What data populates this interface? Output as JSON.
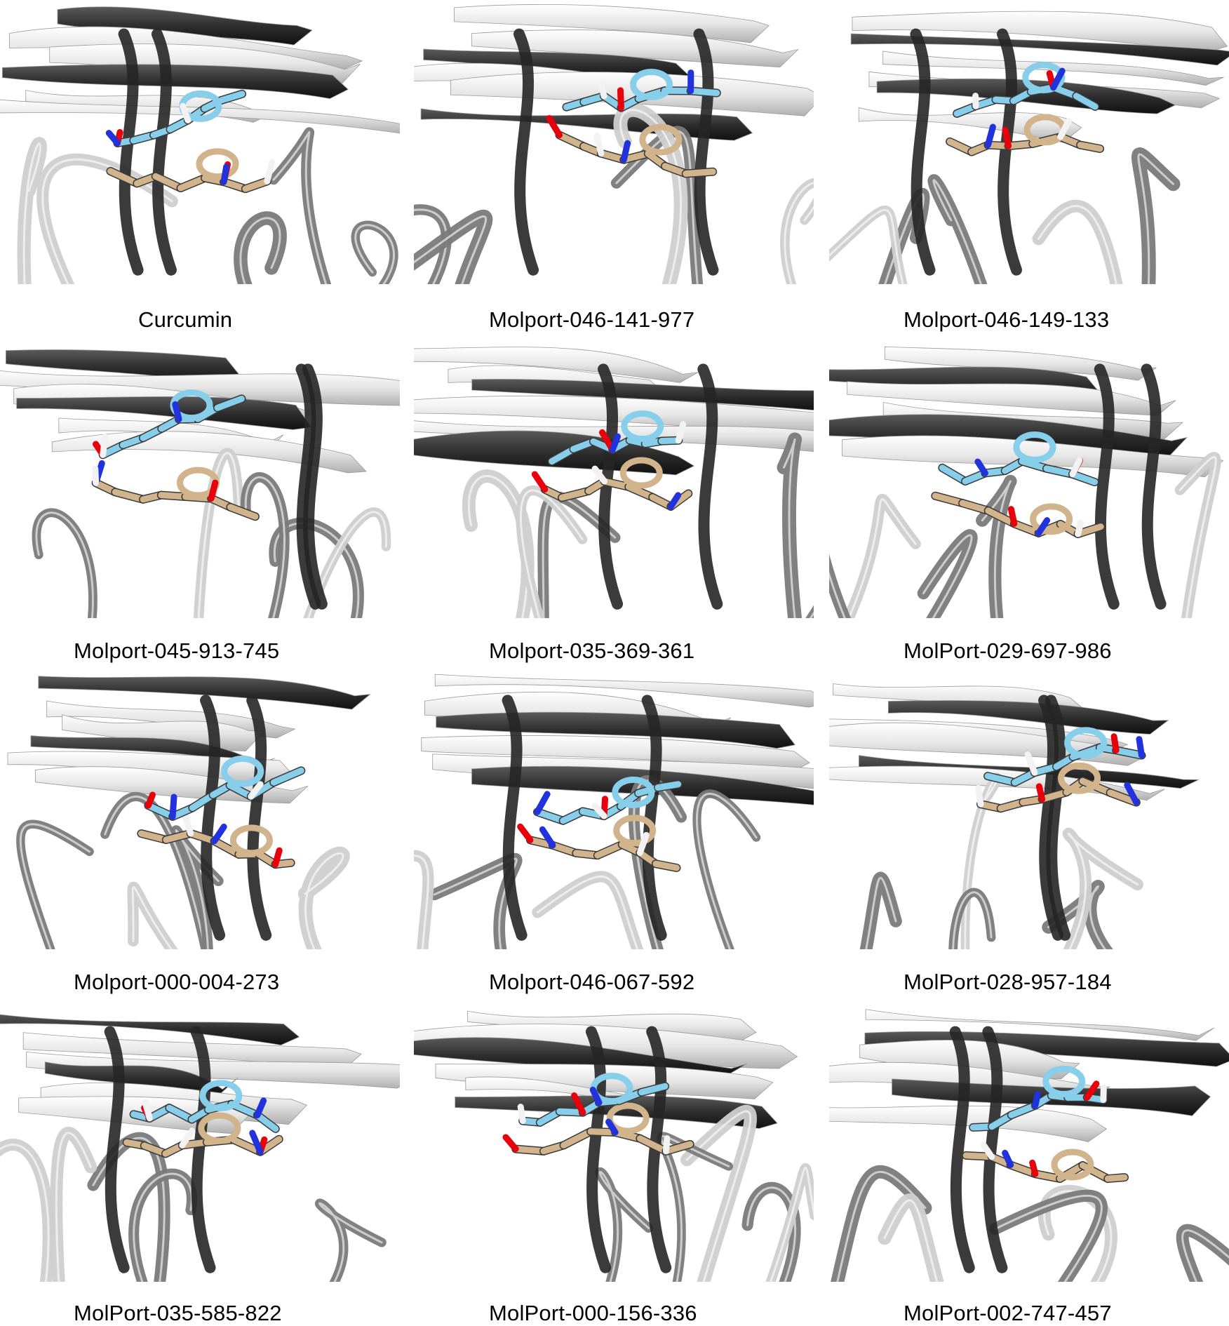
{
  "panels": [
    {
      "label": "Curcumin"
    },
    {
      "label": "Molport-046-141-977"
    },
    {
      "label": "Molport-046-149-133"
    },
    {
      "label": "Molport-045-913-745"
    },
    {
      "label": "Molport-035-369-361"
    },
    {
      "label": "MolPort-029-697-986"
    },
    {
      "label": "Molport-000-004-273"
    },
    {
      "label": "Molport-046-067-592"
    },
    {
      "label": "MolPort-028-957-184"
    },
    {
      "label": "MolPort-035-585-822"
    },
    {
      "label": "MolPort-000-156-336"
    },
    {
      "label": "MolPort-002-747-457"
    }
  ],
  "colors": {
    "ligand_reference": "#87CEEB",
    "ligand_docked": "#D2B48C",
    "oxygen": "#E8000B",
    "nitrogen": "#2233DD",
    "hydrogen": "#F2F2F2",
    "ribbon_dark": "#2E2E2E",
    "ribbon_mid": "#8A8A8A",
    "ribbon_light": "#E6E6E6"
  }
}
